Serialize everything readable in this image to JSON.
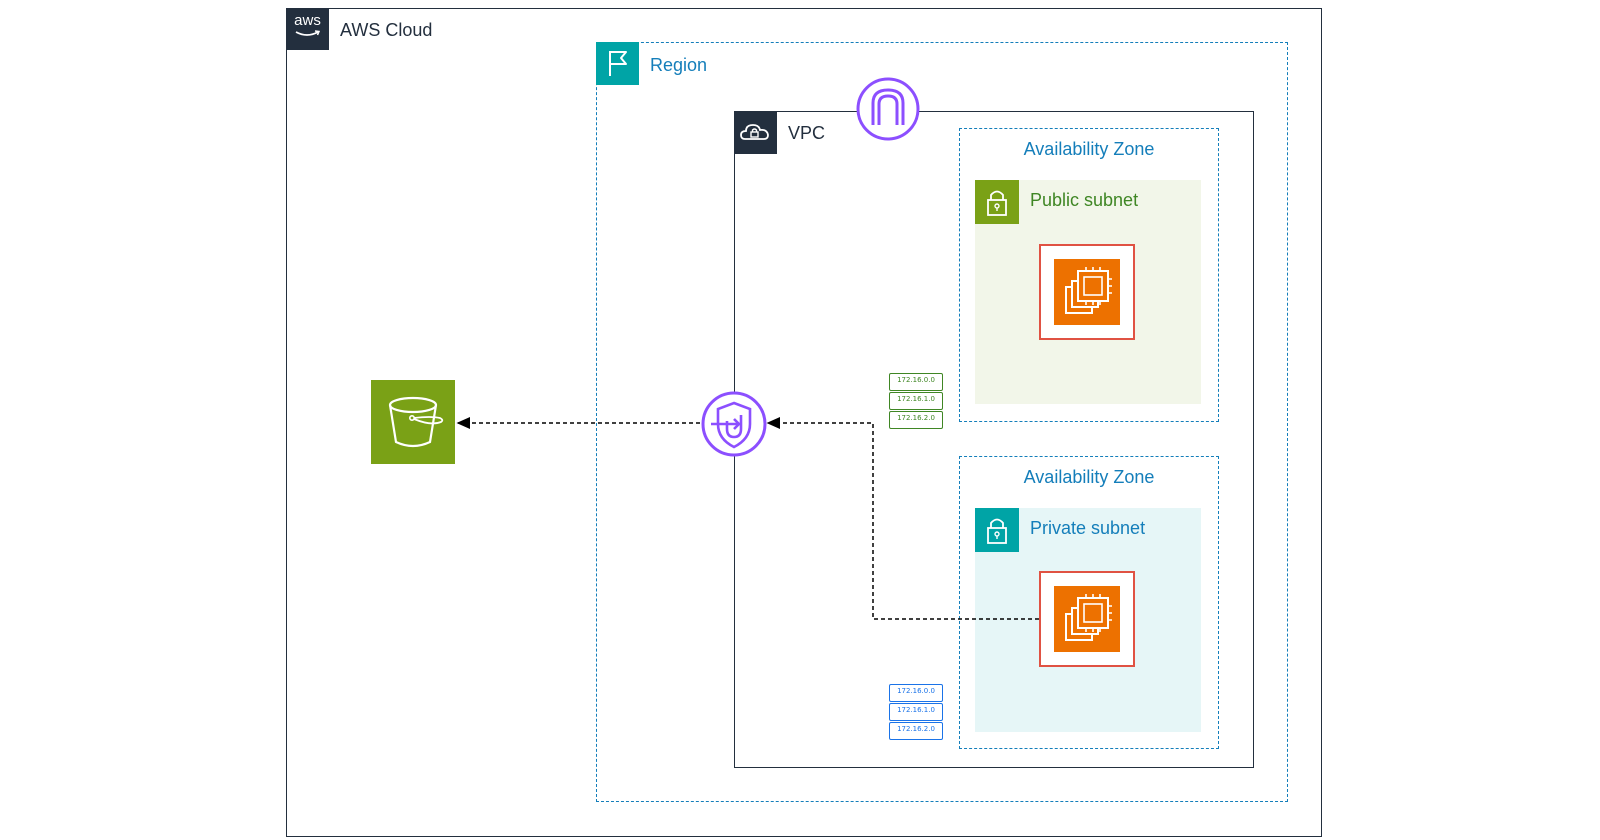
{
  "aws_cloud": {
    "label": "AWS Cloud",
    "logo_text": "aws"
  },
  "region": {
    "label": "Region"
  },
  "vpc": {
    "label": "VPC"
  },
  "availability_zones": [
    {
      "label": "Availability Zone"
    },
    {
      "label": "Availability Zone"
    }
  ],
  "public_subnet": {
    "label": "Public subnet"
  },
  "private_subnet": {
    "label": "Private subnet"
  },
  "route_table_public": {
    "rows": [
      "172.16.0.0",
      "172.16.1.0",
      "172.16.2.0"
    ]
  },
  "route_table_private": {
    "rows": [
      "172.16.0.0",
      "172.16.1.0",
      "172.16.2.0"
    ]
  },
  "icons": {
    "aws_logo": "aws-logo-icon",
    "region": "region-flag-icon",
    "vpc": "vpc-cloud-lock-icon",
    "internet_gateway": "internet-gateway-icon",
    "vpc_endpoint": "vpc-endpoint-icon",
    "s3": "s3-bucket-icon",
    "ec2": "ec2-instance-icon",
    "subnet_lock": "subnet-lock-icon"
  },
  "colors": {
    "aws_dark": "#232f3e",
    "region_blue": "#147eba",
    "region_teal": "#00a4a6",
    "public_green": "#7aa116",
    "public_label": "#3f8624",
    "private_teal": "#00a4a6",
    "ec2_orange": "#ed7100",
    "ec2_border": "#e05243",
    "network_purple": "#8c4fff",
    "route_blue": "#1a73e8"
  }
}
